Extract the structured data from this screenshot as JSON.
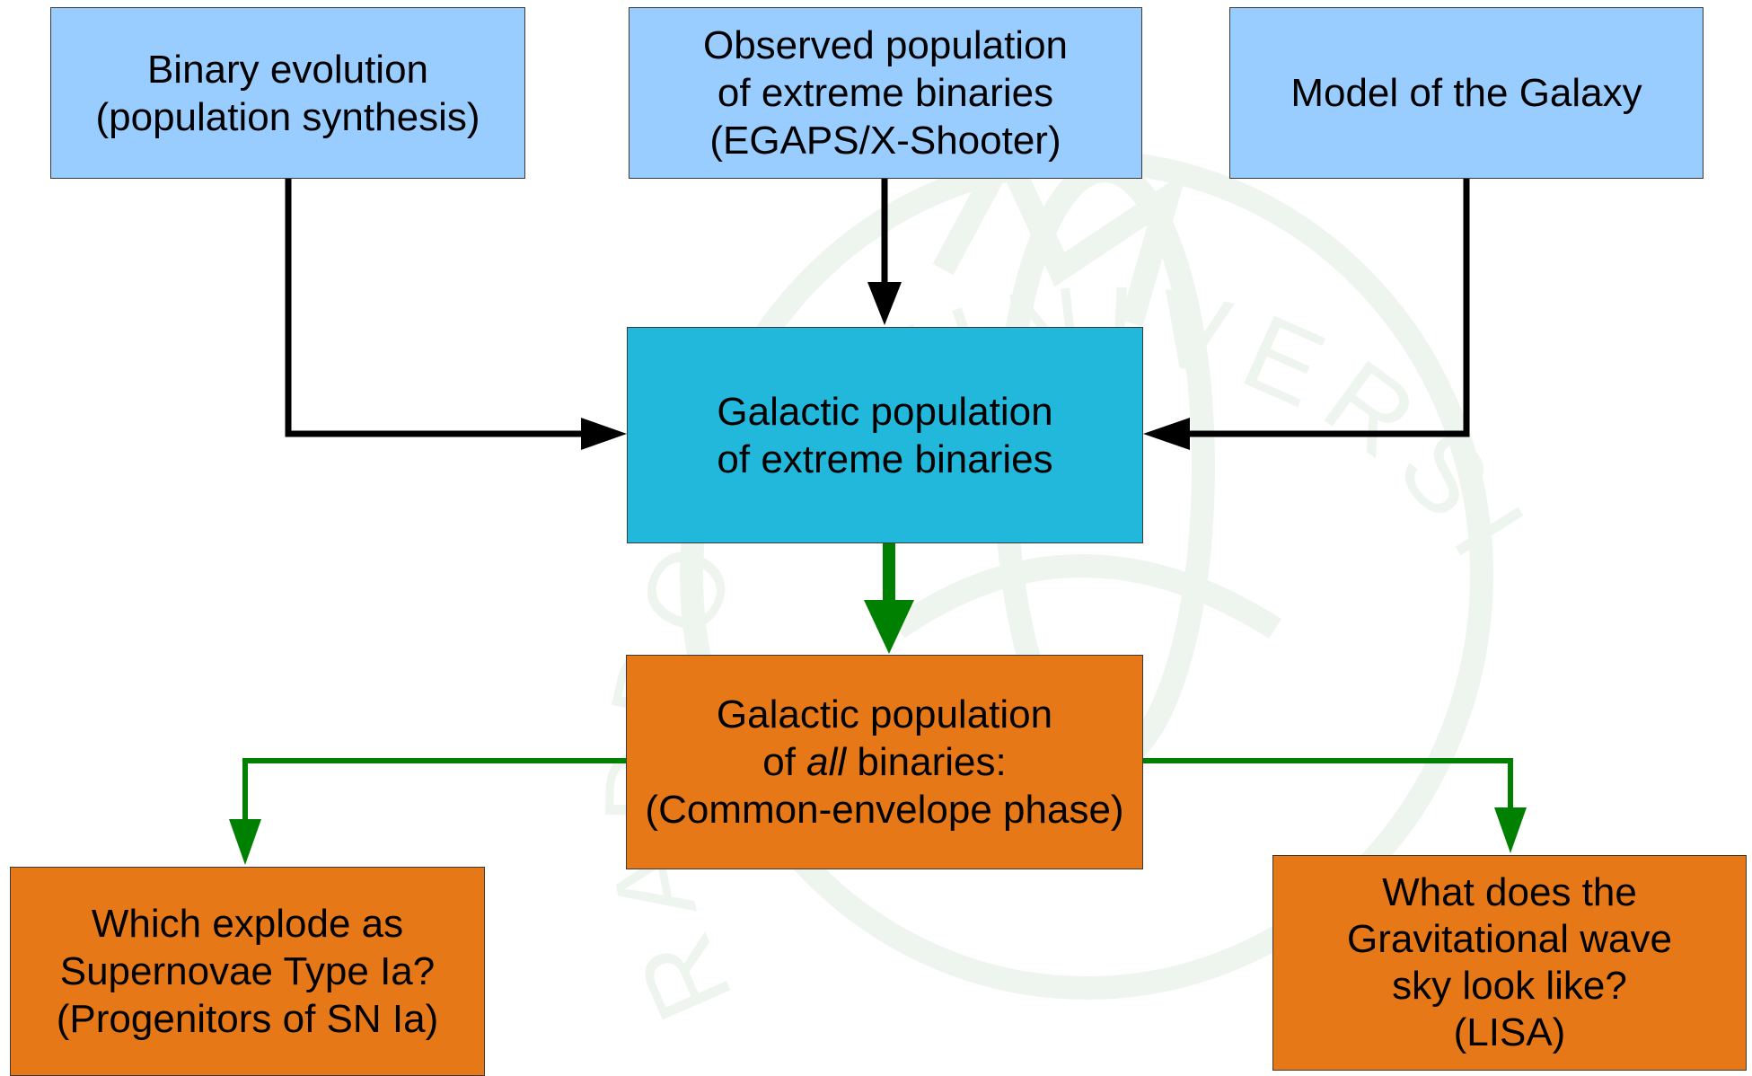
{
  "diagram": {
    "inputs": [
      {
        "id": "binary-evolution",
        "lines": [
          "Binary evolution",
          "(population synthesis)"
        ]
      },
      {
        "id": "observed-population",
        "lines": [
          "Observed population",
          "of extreme binaries",
          "(EGAPS/X-Shooter)"
        ]
      },
      {
        "id": "galaxy-model",
        "lines": [
          "Model of the Galaxy"
        ]
      }
    ],
    "center": {
      "lines": [
        "Galactic population",
        "of extreme binaries"
      ]
    },
    "all_binaries": {
      "line1": "Galactic population",
      "line2_pre": "of ",
      "line2_em": "all",
      "line2_post": " binaries:",
      "line3": "(Common-envelope phase)"
    },
    "outputs": [
      {
        "id": "supernovae",
        "lines": [
          "Which explode as",
          "Supernovae Type Ia?",
          "(Progenitors of SN Ia)"
        ]
      },
      {
        "id": "gravitational-wave",
        "lines": [
          "What does the",
          "Gravitational wave",
          "sky look like?",
          "(LISA)"
        ]
      }
    ]
  },
  "watermark": {
    "text": "RADBOUD UNIVERSITY NIJMEGEN"
  },
  "colors": {
    "input_box": "#99ccff",
    "center_box": "#22b8dc",
    "output_box": "#e67817",
    "black_arrow": "#000000",
    "green_arrow": "#008000",
    "watermark": "#eef5ee"
  }
}
